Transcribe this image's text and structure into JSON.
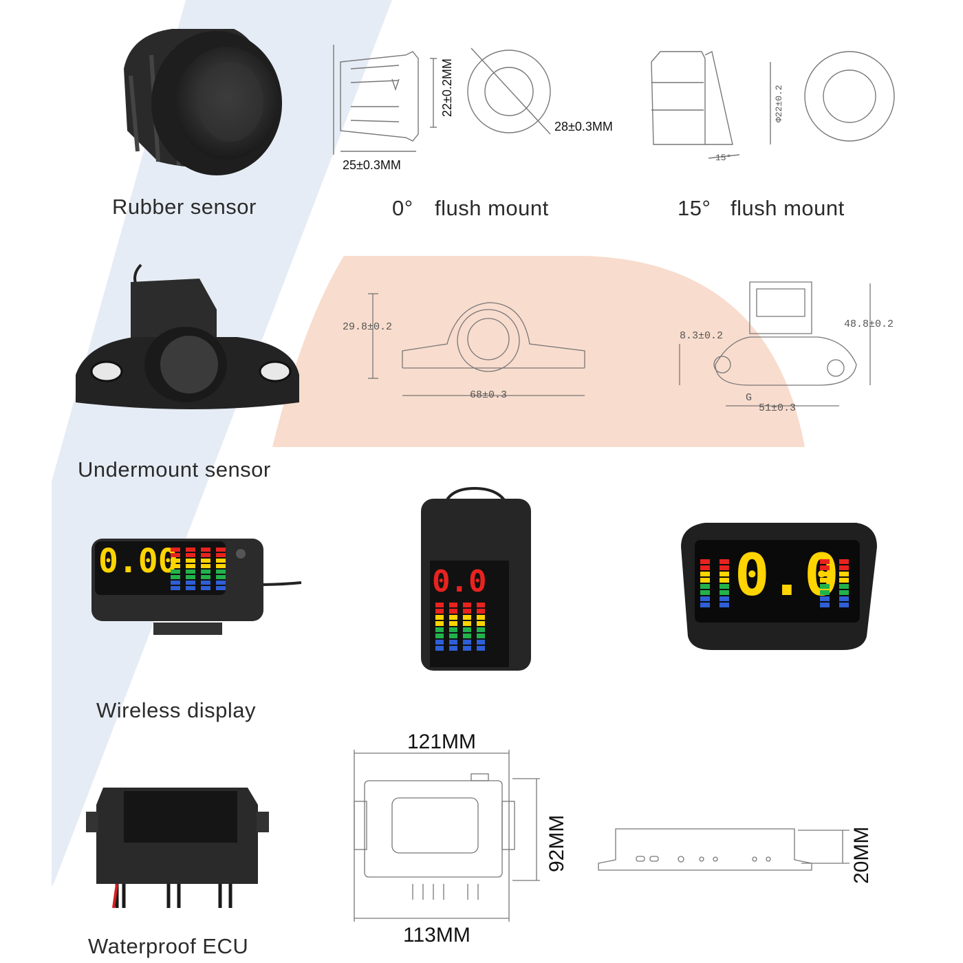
{
  "labels": {
    "rubber_sensor": "Rubber sensor",
    "flush0_deg": "0°",
    "flush0_text": "flush mount",
    "flush15_deg": "15°",
    "flush15_text": "flush mount",
    "undermount_sensor": "Undermount sensor",
    "wireless_display": "Wireless display",
    "waterproof_ecu": "Waterproof ECU"
  },
  "dimensions": {
    "flush0_height": "22±0.2MM",
    "flush0_diameter": "28±0.3MM",
    "flush0_length": "25±0.3MM",
    "flush15_diameter": "Φ22±0.2",
    "flush15_angle": "15°",
    "under_height": "29.8±0.2",
    "under_width": "68±0.3",
    "side_hole": "8.3±0.2",
    "side_height": "48.8±0.2",
    "side_span": "51±0.3",
    "side_g": "G",
    "ecu_top_width": "121MM",
    "ecu_height": "92MM",
    "ecu_bottom_width": "113MM",
    "ecu_thickness": "20MM"
  },
  "displays": {
    "wireless_readout": "0.00",
    "pager_readout": "0.0",
    "dash_readout": "0.0"
  },
  "colors": {
    "background_band": "#e6ecf5",
    "peach_panel": "#f8dccd",
    "led_red": "#e8231f",
    "led_yellow": "#ffd400",
    "led_green": "#22b24c",
    "led_blue": "#2f5fd6"
  }
}
